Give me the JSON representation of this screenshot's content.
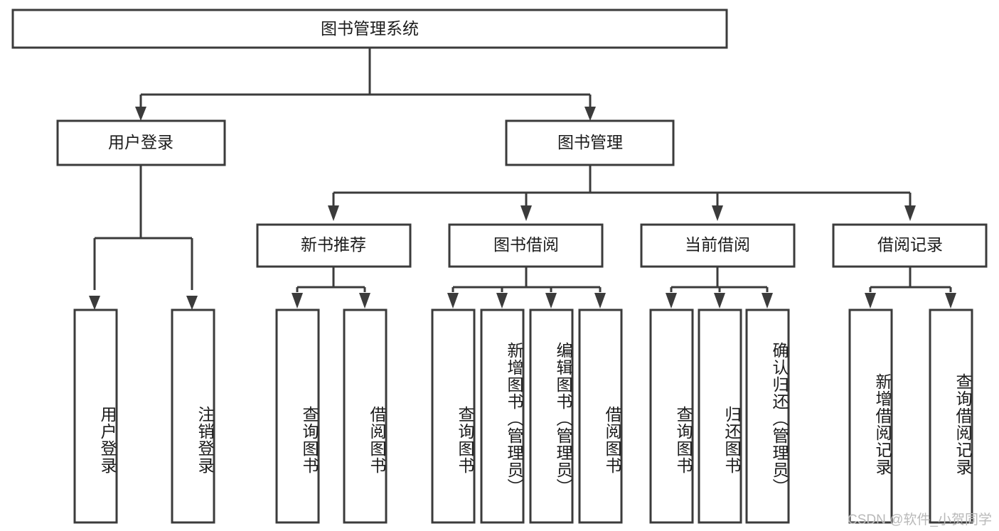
{
  "diagram": {
    "title_text": "图书管理系统",
    "type": "hierarchy-tree",
    "watermark": "CSDN @软件_小贺同学",
    "colors": {
      "stroke": "#3b3b3b",
      "fill": "#ffffff",
      "text": "#1b1b1b",
      "watermark": "#b9b9b9"
    },
    "levels": {
      "root": {
        "label": "图书管理系统"
      },
      "level2": [
        {
          "label": "用户登录"
        },
        {
          "label": "图书管理"
        }
      ],
      "level3": [
        {
          "label": "新书推荐"
        },
        {
          "label": "图书借阅"
        },
        {
          "label": "当前借阅"
        },
        {
          "label": "借阅记录"
        }
      ]
    },
    "leaves": {
      "user_login": [
        {
          "label": "用户登录"
        },
        {
          "label": "注销登录"
        }
      ],
      "new_book": [
        {
          "label": "查询图书"
        },
        {
          "label": "借阅图书"
        }
      ],
      "book_borrow": [
        {
          "label": "查询图书"
        },
        {
          "label": "新增图书（管理员）"
        },
        {
          "label": "编辑图书（管理员）"
        },
        {
          "label": "借阅图书"
        }
      ],
      "current_borrow": [
        {
          "label": "查询图书"
        },
        {
          "label": "归还图书"
        },
        {
          "label": "确认归还（管理员）"
        }
      ],
      "borrow_record": [
        {
          "label": "新增借阅记录"
        },
        {
          "label": "查询借阅记录"
        }
      ]
    }
  }
}
